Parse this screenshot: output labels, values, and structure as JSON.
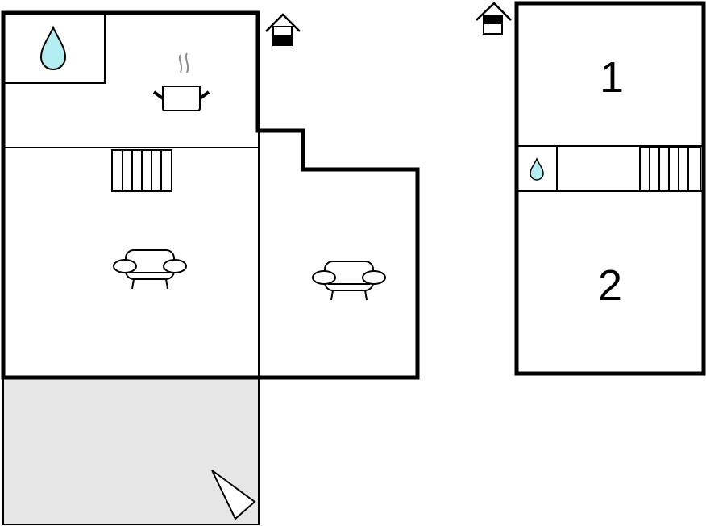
{
  "floors": [
    {
      "name": "ground-floor",
      "icon": "house-ground-floor-icon"
    },
    {
      "name": "upper-floor",
      "icon": "house-upper-floor-icon",
      "rooms": [
        {
          "label": "1"
        },
        {
          "label": "2"
        }
      ]
    }
  ],
  "colors": {
    "wall": "#000000",
    "water": "#b5eef2",
    "terrace": "#e6e6e6",
    "steam": "#8c8c8c"
  }
}
